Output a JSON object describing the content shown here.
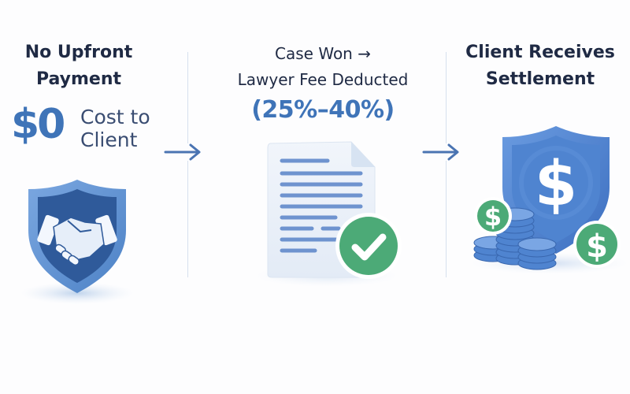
{
  "steps": [
    {
      "title_line1": "No Upfront",
      "title_line2": "Payment",
      "amount": "$0",
      "amount_label_line1": "Cost to",
      "amount_label_line2": "Client",
      "icon": "handshake-shield-icon"
    },
    {
      "title_line1": "Case Won →",
      "title_line2": "Lawyer Fee Deducted",
      "fee_range": "(25%–40%)",
      "icon": "document-check-icon"
    },
    {
      "title_line1": "Client Receives",
      "title_line2": "Settlement",
      "icon": "dollar-shield-coins-icon"
    }
  ],
  "connectors": [
    "arrow-right-icon",
    "arrow-right-icon"
  ],
  "colors": {
    "primary_blue": "#3f74b8",
    "dark_navy": "#1f2a44",
    "check_green": "#4caa77",
    "divider": "#d6e0ee"
  }
}
